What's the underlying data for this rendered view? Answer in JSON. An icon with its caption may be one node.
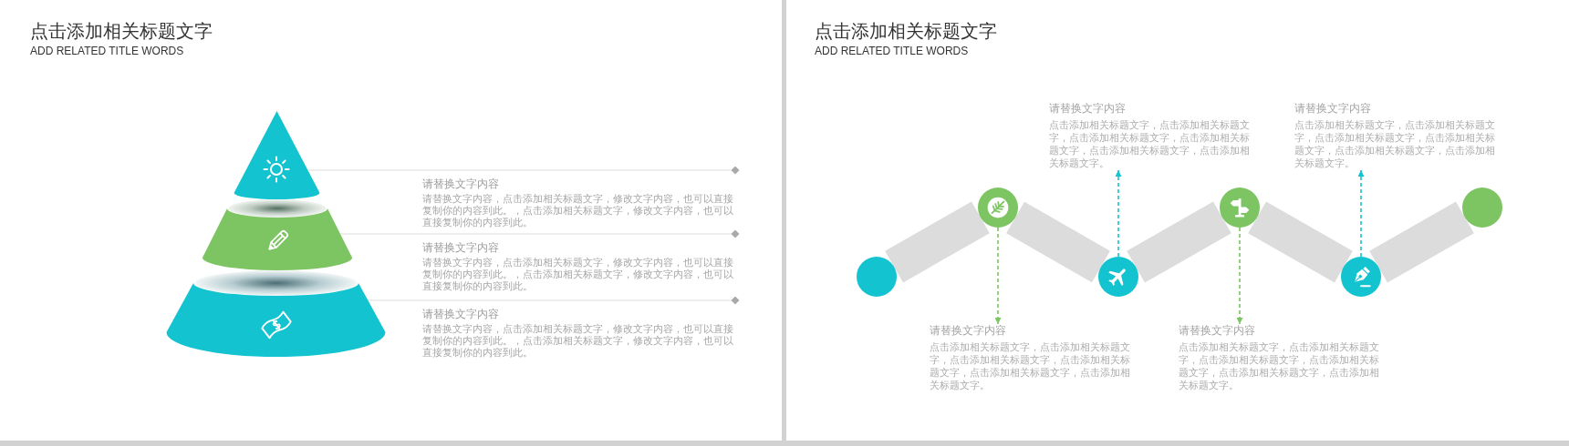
{
  "diagram": {
    "nodes": [
      {
        "text": [],
        "shape": "cone"
      },
      {
        "text": [],
        "shape": "cone"
      },
      {
        "text": [],
        "shape": "cone"
      },
      {
        "text": [
          "请替换文字内容",
          "请替换文字内容，点击添加相关标题文字，修改文字内容，也可以直接复制你的内容到此。，点击添加相关标题文字，修改文字内容，也可以直接复制你的内容到此。"
        ]
      },
      {
        "text": [
          "请替换文字内容",
          "请替换文字内容，点击添加相关标题文字，修改文字内容，也可以直接复制你的内容到此。，点击添加相关标题文字，修改文字内容，也可以直接复制你的内容到此。"
        ]
      },
      {
        "text": [
          "请替换文字内容",
          "请替换文字内容，点击添加相关标题文字，修改文字内容，也可以直接复制你的内容到此。，点击添加相关标题文字，修改文字内容，也可以直接复制你的内容到此。"
        ]
      },
      {
        "text": [
          "请替换文字内容",
          "点击添加相关标题文字，点击添加相关标题文字，点击添加相关标题文字，点击添加相关标题文字，点击添加相关标题文字，点击添加相关标题文字。"
        ]
      },
      {
        "text": [
          "请替换文字内容",
          "点击添加相关标题文字，点击添加相关标题文字，点击添加相关标题文字，点击添加相关标题文字，点击添加相关标题文字，点击添加相关标题文字。"
        ]
      },
      {
        "text": [],
        "shape": "circle"
      },
      {
        "text": [],
        "shape": "circle"
      },
      {
        "text": [],
        "shape": "circle"
      },
      {
        "text": [],
        "shape": "circle"
      },
      {
        "text": [],
        "shape": "circle"
      },
      {
        "text": [],
        "shape": "circle"
      },
      {
        "text": [
          "请替换文字内容",
          "点击添加相关标题文字，点击添加相关标题文字，点击添加相关标题文字，点击添加相关标题文字，点击添加相关标题文字，点击添加相关标题文字。"
        ]
      },
      {
        "text": [
          "请替换文字内容",
          "点击添加相关标题文字，点击添加相关标题文字，点击添加相关标题文字，点击添加相关标题文字，点击添加相关标题文字，点击添加相关标题文字。"
        ]
      }
    ],
    "edges": [
      {
        "from": 0,
        "to": 3,
        "arrow": "other"
      },
      {
        "from": 1,
        "to": 4,
        "arrow": "other"
      },
      {
        "from": 2,
        "to": 5,
        "arrow": "other"
      },
      {
        "from": 8,
        "to": 9,
        "arrow": "none",
        "style": "thick"
      },
      {
        "from": 9,
        "to": 10,
        "arrow": "none",
        "style": "thick"
      },
      {
        "from": 10,
        "to": 11,
        "arrow": "none",
        "style": "thick"
      },
      {
        "from": 11,
        "to": 12,
        "arrow": "none",
        "style": "thick"
      },
      {
        "from": 12,
        "to": 13,
        "arrow": "none",
        "style": "thick"
      },
      {
        "from": 9,
        "to": 14,
        "arrow": "to",
        "style": "dashed",
        "color": "#7dc462"
      },
      {
        "from": 10,
        "to": 6,
        "arrow": "to",
        "style": "dashed",
        "color": "#13c4d0"
      },
      {
        "from": 11,
        "to": 15,
        "arrow": "to",
        "style": "dashed",
        "color": "#7dc462"
      },
      {
        "from": 12,
        "to": 7,
        "arrow": "to",
        "style": "dashed",
        "color": "#13c4d0"
      }
    ],
    "labels": [
      "点击添加相关标题文字",
      "ADD RELATED TITLE WORDS",
      "点击添加相关标题文字",
      "ADD RELATED TITLE WORDS"
    ]
  }
}
